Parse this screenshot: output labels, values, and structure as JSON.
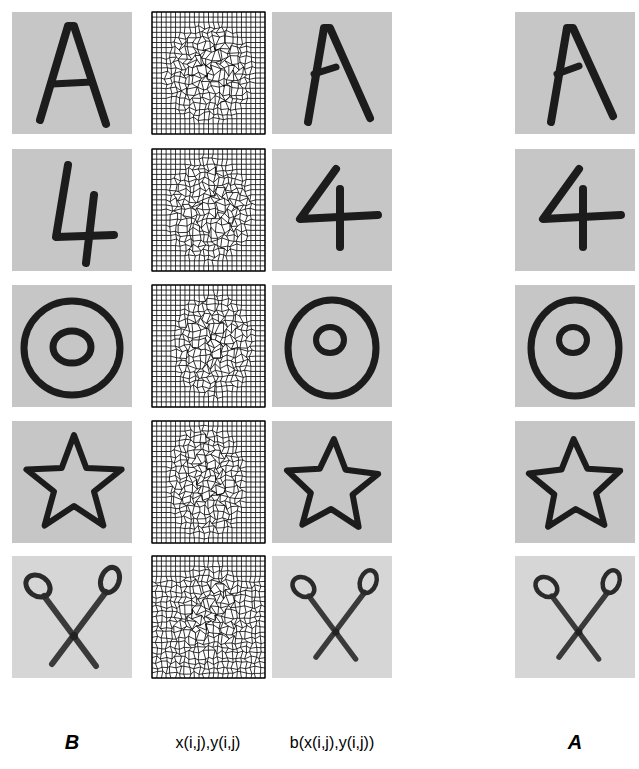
{
  "diagram": {
    "labels": [
      "B",
      "x(i,j),y(i,j)",
      "b(x(i,j),y(i,j))",
      "A"
    ]
  }
}
